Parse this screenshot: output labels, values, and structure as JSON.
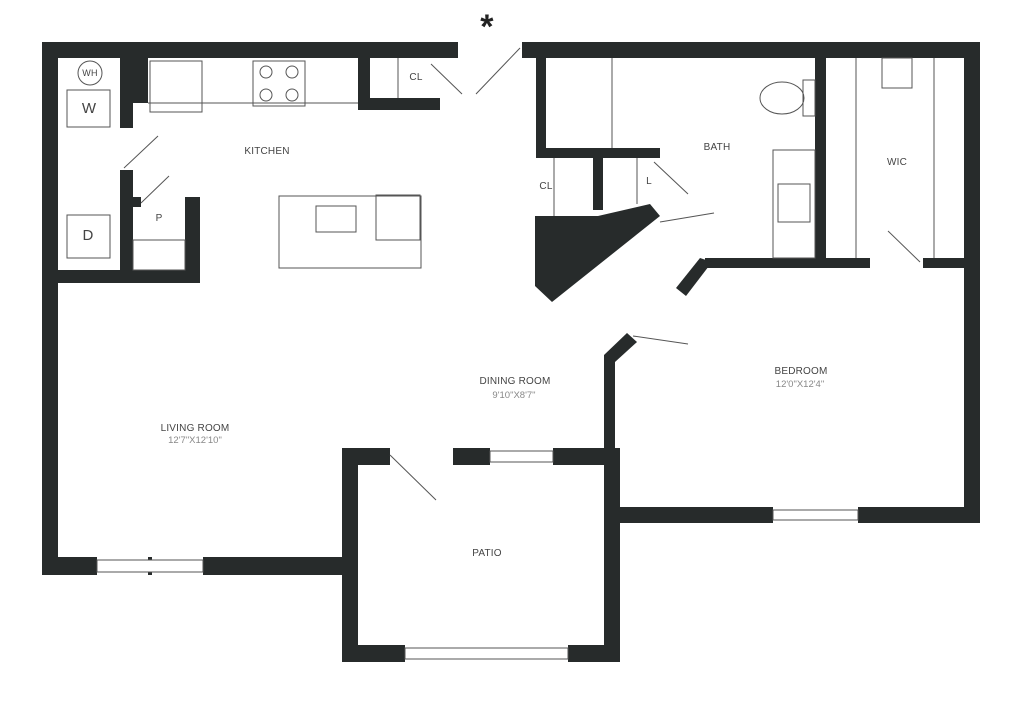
{
  "rooms": {
    "kitchen": {
      "name": "KITCHEN"
    },
    "bath": {
      "name": "BATH"
    },
    "wic": {
      "name": "WIC"
    },
    "dining": {
      "name": "DINING ROOM",
      "dims": "9'10\"X8'7\""
    },
    "bedroom": {
      "name": "BEDROOM",
      "dims": "12'0\"X12'4\""
    },
    "living": {
      "name": "LIVING ROOM",
      "dims": "12'7\"X12'10\""
    },
    "patio": {
      "name": "PATIO"
    }
  },
  "fixtures": {
    "water_heater": "WH",
    "washer": "W",
    "dryer": "D",
    "pantry": "P",
    "closet_kitchen": "CL",
    "closet_hall": "CL",
    "linen": "L"
  },
  "entry_marker": "*",
  "colors": {
    "wall": "#272b2b",
    "text": "#444444"
  }
}
